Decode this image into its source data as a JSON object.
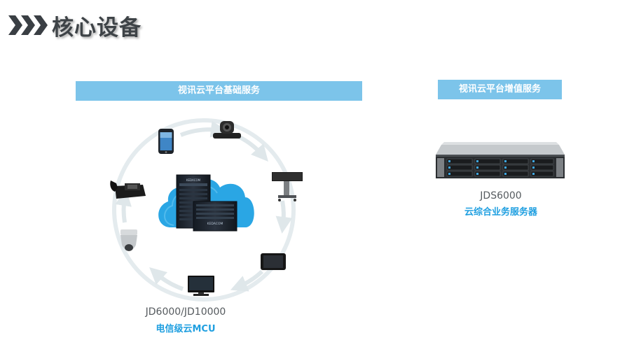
{
  "header": {
    "title": "核心设备"
  },
  "left_section": {
    "banner": "视讯云平台基础服务",
    "mcu_brand": "KEDACOM",
    "product_model": "JD6000/JD10000",
    "product_name": "电信级云MCU",
    "devices": [
      {
        "name": "smartphone",
        "icon": "smartphone-icon"
      },
      {
        "name": "ptz-camera",
        "icon": "ptz-camera-icon"
      },
      {
        "name": "video-terminal-on-stand",
        "icon": "video-stand-icon"
      },
      {
        "name": "tablet",
        "icon": "tablet-icon"
      },
      {
        "name": "monitor",
        "icon": "monitor-icon"
      },
      {
        "name": "dome-camera",
        "icon": "dome-camera-icon"
      },
      {
        "name": "telephone",
        "icon": "telephone-icon"
      }
    ]
  },
  "right_section": {
    "banner": "视讯云平台增值服务",
    "product_model": "JDS6000",
    "product_name": "云综合业务服务器"
  },
  "colors": {
    "banner": "#7cc4ea",
    "accent_text": "#1f9fe0",
    "cloud": "#2aa6e4",
    "ring": "#e4ebee",
    "title": "#3e4347"
  }
}
